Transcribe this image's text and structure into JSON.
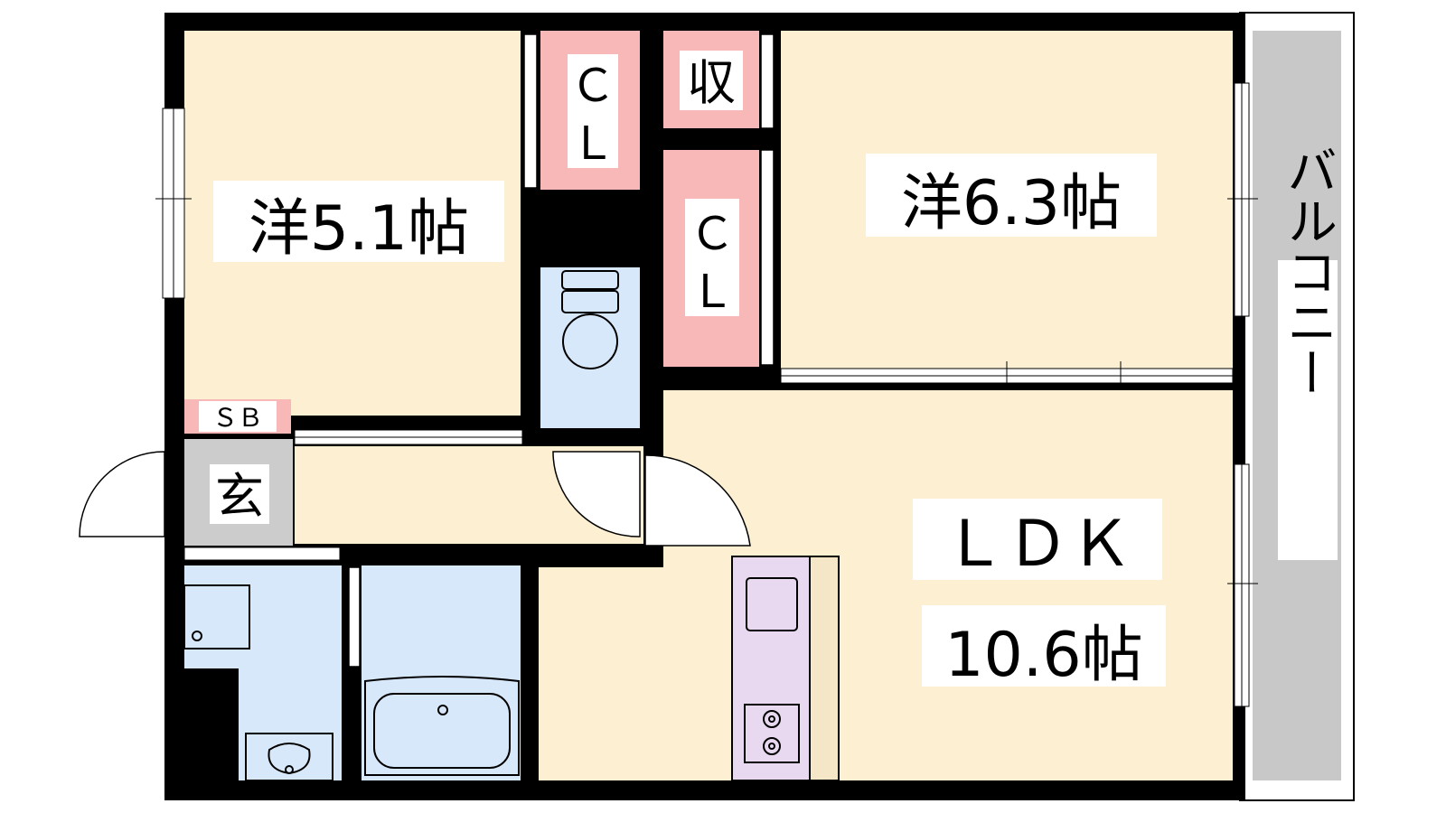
{
  "plan": {
    "rooms": {
      "western_room_1": {
        "label": "洋5.1帖"
      },
      "western_room_2": {
        "label": "洋6.3帖"
      },
      "ldk": {
        "label_line1": "ＬＤＫ",
        "label_line2": "10.6帖"
      },
      "closet_1": {
        "line1": "Ｃ",
        "line2": "Ｌ"
      },
      "closet_2": {
        "line1": "Ｃ",
        "line2": "Ｌ"
      },
      "storage": {
        "label": "収"
      },
      "shoe_box": {
        "label": "ＳＢ"
      },
      "entrance": {
        "label": "玄"
      },
      "balcony": {
        "label": "バルコニー"
      }
    },
    "colors": {
      "wall": "#000000",
      "floor": "#fdf0d2",
      "closet": "#f9b8b8",
      "wet_area": "#d8e8fb",
      "entrance": "#cccccc",
      "balcony": "#c8c8c8",
      "kitchen": "#e8d8f0",
      "counter": "#f6e6c8"
    }
  }
}
